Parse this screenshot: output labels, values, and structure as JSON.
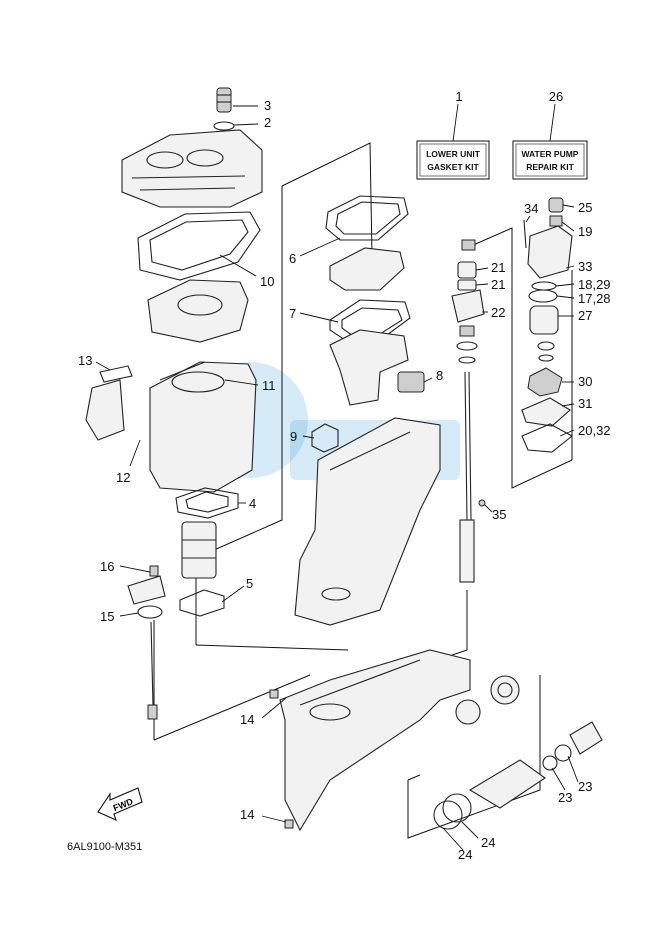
{
  "kits": [
    {
      "number": "1",
      "line1": "LOWER UNIT",
      "line2": "GASKET KIT"
    },
    {
      "number": "26",
      "line1": "WATER PUMP",
      "line2": "REPAIR KIT"
    }
  ],
  "callouts": [
    "3",
    "2",
    "6",
    "10",
    "13",
    "7",
    "11",
    "8",
    "9",
    "12",
    "4",
    "16",
    "5",
    "15",
    "14",
    "14",
    "21",
    "21",
    "22",
    "34",
    "25",
    "19",
    "33",
    "18,29",
    "17,28",
    "27",
    "30",
    "31",
    "20,32",
    "35",
    "23",
    "23",
    "24",
    "24"
  ],
  "drawing_code": "6AL9100-M351",
  "fwd_label": "FWD"
}
